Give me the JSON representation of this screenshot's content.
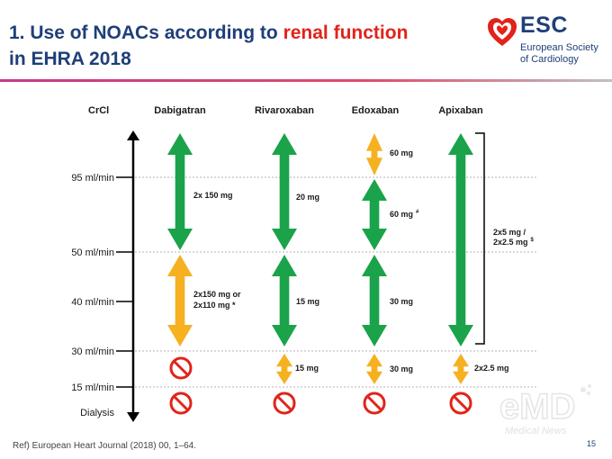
{
  "title": {
    "line1_prefix": "1. Use of NOACs according to ",
    "line1_accent": "renal function",
    "line2": "in EHRA 2018"
  },
  "logo": {
    "name": "ESC",
    "line1": "European Society",
    "line2": "of Cardiology"
  },
  "headers": {
    "crcl": "CrCl",
    "dabigatran": "Dabigatran",
    "rivaroxaban": "Rivaroxaban",
    "edoxaban": "Edoxaban",
    "apixaban": "Apixaban"
  },
  "axis_labels": [
    "95 ml/min",
    "50 ml/min",
    "40 ml/min",
    "30 ml/min",
    "15 ml/min",
    "Dialysis"
  ],
  "colors": {
    "green": "#1aa34a",
    "orange": "#f5b120",
    "red": "#e2231a",
    "navy": "#1f3f77"
  },
  "doses": {
    "dabigatran_high": "2x 150 mg",
    "dabigatran_mid1": "2x150 mg or",
    "dabigatran_mid2": "2x110 mg *",
    "rivaroxaban_high": "20 mg",
    "rivaroxaban_mid": "15 mg",
    "rivaroxaban_low": "15 mg",
    "edoxaban_top": "60 mg",
    "edoxaban_high": "60 mg",
    "edoxaban_high_mark": "#",
    "edoxaban_mid": "30 mg",
    "edoxaban_low": "30 mg",
    "apixaban_bracket1": "2x5 mg /",
    "apixaban_bracket2": "2x2.5 mg",
    "apixaban_bracket_mark": "$",
    "apixaban_low": "2x2.5 mg"
  },
  "reference": "Ref) European Heart Journal (2018) 00, 1–64.",
  "page_number": "15",
  "watermark": {
    "brand": "eMD",
    "text": "Medical News"
  }
}
